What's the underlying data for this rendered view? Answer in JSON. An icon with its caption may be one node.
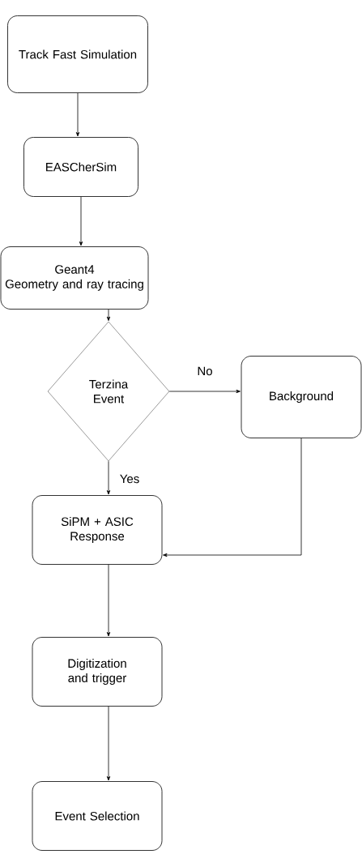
{
  "diagram": {
    "nodes": [
      {
        "text": [
          "Track Fast Simulation"
        ]
      },
      {
        "text": [
          "EASCherSim"
        ]
      },
      {
        "text": [
          "Geant4",
          "Geometry and ray tracing"
        ]
      },
      {
        "text": [
          "Terzina Event"
        ]
      },
      {
        "text": [
          "Background"
        ]
      },
      {
        "text": [
          "SiPM + ASIC Response"
        ]
      },
      {
        "text": [
          "Digitization and trigger"
        ]
      },
      {
        "text": [
          "Event Selection"
        ]
      }
    ],
    "edges": [
      {
        "from": 0,
        "to": 1,
        "arrow": "to"
      },
      {
        "from": 1,
        "to": 2,
        "arrow": "to"
      },
      {
        "from": 2,
        "to": 3,
        "arrow": "to"
      },
      {
        "from": 3,
        "to": 4,
        "arrow": "to",
        "label": "No"
      },
      {
        "from": 3,
        "to": 5,
        "arrow": "to",
        "label": "Yes"
      },
      {
        "from": 4,
        "to": 5,
        "arrow": "to"
      },
      {
        "from": 5,
        "to": 6,
        "arrow": "to"
      },
      {
        "from": 6,
        "to": 7,
        "arrow": "to"
      }
    ]
  }
}
